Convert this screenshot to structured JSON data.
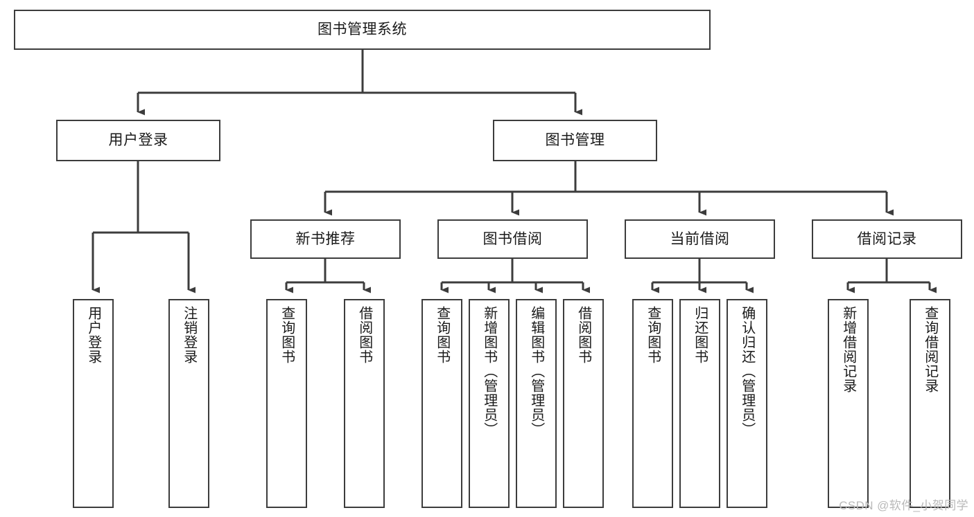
{
  "diagram": {
    "title_node": {
      "label": "图书管理系统"
    },
    "level2": [
      {
        "id": "user-login",
        "label": "用户登录"
      },
      {
        "id": "book-management",
        "label": "图书管理"
      }
    ],
    "level3": [
      {
        "id": "new-book-recommend",
        "label": "新书推荐"
      },
      {
        "id": "book-borrow",
        "label": "图书借阅"
      },
      {
        "id": "current-borrow",
        "label": "当前借阅"
      },
      {
        "id": "borrow-record",
        "label": "借阅记录"
      }
    ],
    "leaves": [
      {
        "id": "leaf-user-login",
        "label": "用户登录"
      },
      {
        "id": "leaf-user-logout",
        "label": "注销登录"
      },
      {
        "id": "leaf-query-book-1",
        "label": "查询图书"
      },
      {
        "id": "leaf-borrow-book-1",
        "label": "借阅图书"
      },
      {
        "id": "leaf-query-book-2",
        "label": "查询图书"
      },
      {
        "id": "leaf-add-book",
        "label": "新增图书（管理员）"
      },
      {
        "id": "leaf-edit-book",
        "label": "编辑图书（管理员）"
      },
      {
        "id": "leaf-borrow-book-2",
        "label": "借阅图书"
      },
      {
        "id": "leaf-query-book-3",
        "label": "查询图书"
      },
      {
        "id": "leaf-return-book",
        "label": "归还图书"
      },
      {
        "id": "leaf-confirm-return",
        "label": "确认归还（管理员）"
      },
      {
        "id": "leaf-add-borrow-record",
        "label": "新增借阅记录"
      },
      {
        "id": "leaf-query-borrow-record",
        "label": "查询借阅记录"
      }
    ],
    "watermark": "CSDN @软件_小贺同学",
    "colors": {
      "stroke": "#3c3c3c",
      "background": "#ffffff",
      "text": "#1a1a1a",
      "watermark": "#b9b9b9"
    }
  }
}
